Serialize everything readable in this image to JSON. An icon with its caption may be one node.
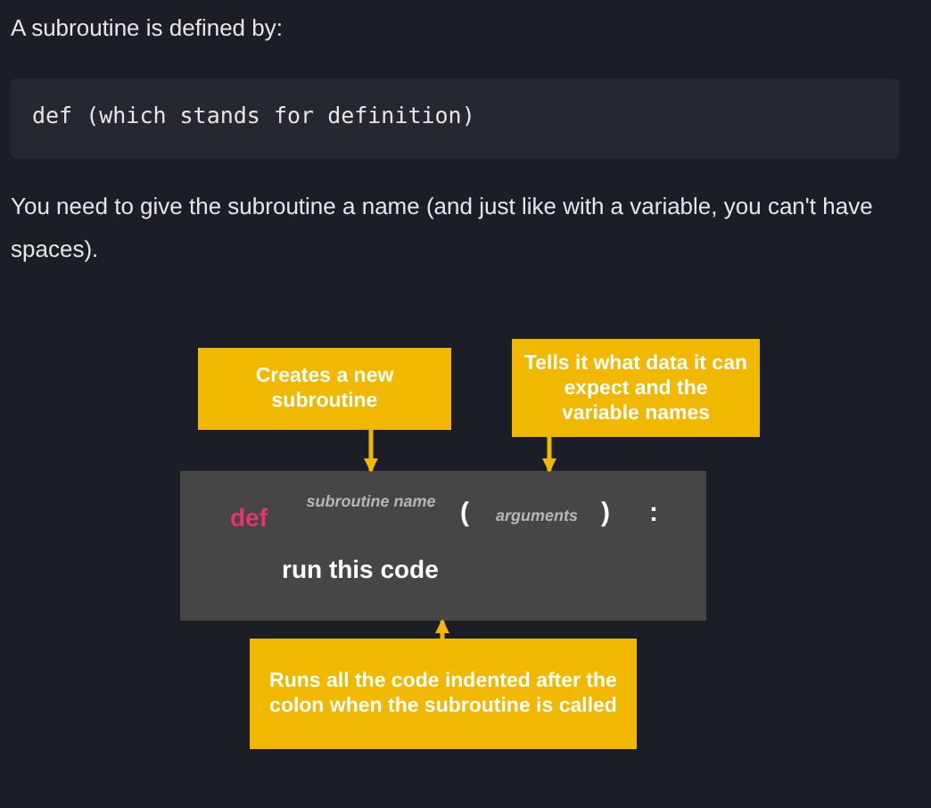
{
  "diagram": {
    "nodes": [
      {
        "text": [
          "def (which stands for definition)"
        ]
      },
      {
        "text": [
          "Creates a new subroutine"
        ]
      },
      {
        "text": [
          "Tells it what data it can expect and the variable names"
        ]
      },
      {
        "text": [
          "def",
          "subroutine name",
          "(",
          "arguments",
          ")",
          ":",
          "run this code"
        ]
      },
      {
        "text": [
          "Runs all the code indented after the colon when the subroutine is called"
        ]
      }
    ],
    "edges": [
      {
        "from": 1,
        "to": 3,
        "arrow": "to"
      },
      {
        "from": 2,
        "to": 3,
        "arrow": "to"
      },
      {
        "from": 4,
        "to": 3,
        "arrow": "to"
      }
    ],
    "labels": [
      "A subroutine is defined by:",
      "You need to give the subroutine a name (and just like with a variable, you can't have spaces)."
    ]
  }
}
